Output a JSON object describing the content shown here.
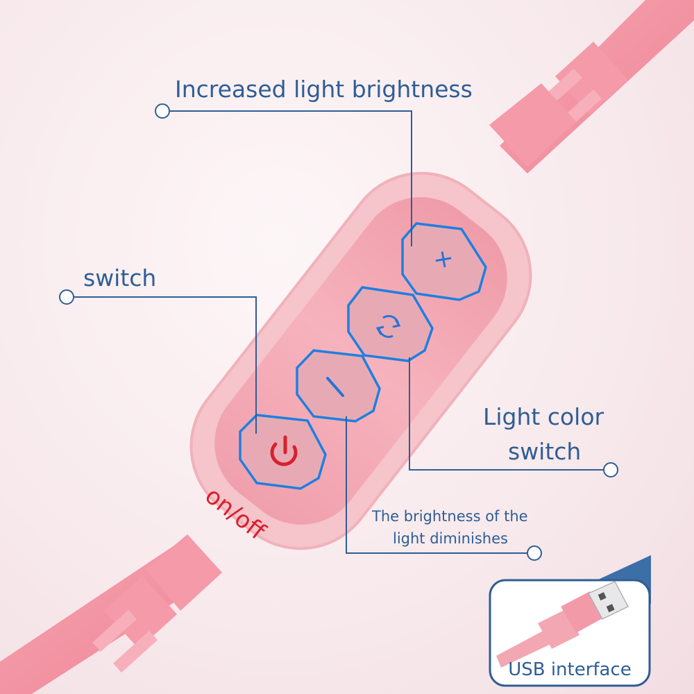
{
  "labels": {
    "increase": "Increased light brightness",
    "switch": "switch",
    "color_line1": "Light color",
    "color_line2": "switch",
    "diminish_line1": "The brightness of the",
    "diminish_line2": "light diminishes",
    "onoff": "on/off",
    "usb": "USB interface"
  },
  "buttons": {
    "plus_symbol": "+"
  },
  "colors": {
    "callout": "#2f5d94",
    "button_outline": "#1e7fe0",
    "power_red": "#d8202e",
    "body_pink": "#f3a9b4",
    "cable_pink": "#f28f9e"
  }
}
